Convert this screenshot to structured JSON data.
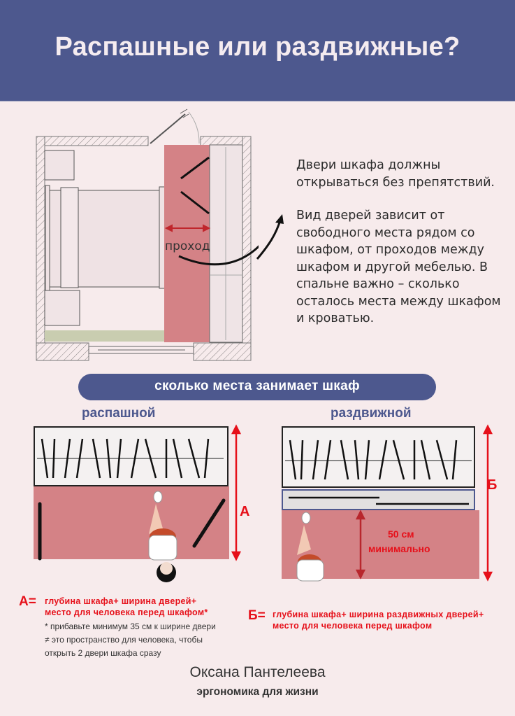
{
  "header": {
    "title": "Распашные или раздвижные?"
  },
  "plan": {
    "passage_label": "проход",
    "colors": {
      "passage": "#d48286",
      "wall_hatch": "#8a8585",
      "floor_rug": "#c9cdb0",
      "arrow": "#c0262c"
    }
  },
  "info": {
    "paragraphs": [
      "Двери шкафа должны открываться без препятствий.",
      "Вид дверей зависит от свободного места рядом со шкафом, от проходов между шкафом и другой мебелью. В спальне важно – сколько осталось места между шкафом и кроватью."
    ]
  },
  "section": {
    "title": "сколько места занимает шкаф",
    "left_label": "распашной",
    "right_label": "раздвижной",
    "left_dim_letter": "А",
    "right_dim_letter": "Б",
    "min_space_value": "50 см",
    "min_space_label": "минимально"
  },
  "formulas": {
    "a_prefix": "А=",
    "a_line1": "глубина шкафа+ ширина дверей+",
    "a_line2": "место для человека перед шкафом*",
    "a_note_lines": [
      "* прибавьте минимум 35 см к ширине двери",
      "≠ это пространство для человека, чтобы",
      "открыть 2 двери шкафа сразу"
    ],
    "b_prefix": "Б=",
    "b_line1": "глубина шкафа+ ширина раздвижных дверей+",
    "b_line2": "место для человека перед шкафом"
  },
  "footer": {
    "author": "Оксана Пантелеева",
    "tagline": "эргономика для жизни"
  },
  "colors": {
    "brand": "#4d588e",
    "accent_red": "#e6101a",
    "background": "#f7ebec",
    "zone": "#d48286"
  }
}
